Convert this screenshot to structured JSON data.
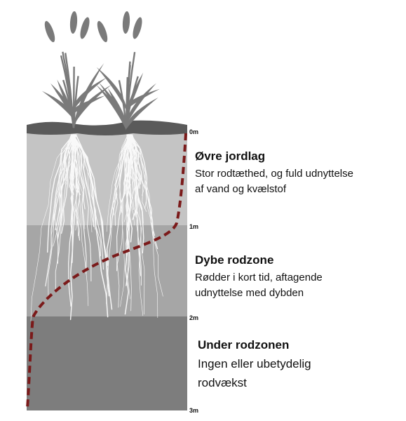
{
  "depth_labels": [
    "0m",
    "1m",
    "2m",
    "3m"
  ],
  "zones": [
    {
      "title": "Øvre jordlag",
      "desc_lines": [
        "Stor rodtæthed, og fuld udnyttelse",
        "af vand og kvælstof"
      ]
    },
    {
      "title": "Dybe rodzone",
      "desc_lines": [
        "Rødder i kort tid, aftagende",
        "udnyttelse med dybden"
      ]
    },
    {
      "title": "Under rodzonen",
      "desc_lines": [
        "Ingen eller ubetydelig",
        "rodvækst"
      ]
    }
  ],
  "colors": {
    "topsoil": "#c4c4c4",
    "deep_root_zone": "#a6a6a6",
    "subsoil": "#7d7d7d",
    "surface": "#5a5a5a",
    "plant": "#7a7a7a",
    "roots": "#ffffff",
    "root_depth_line": "#7b1a1a"
  }
}
